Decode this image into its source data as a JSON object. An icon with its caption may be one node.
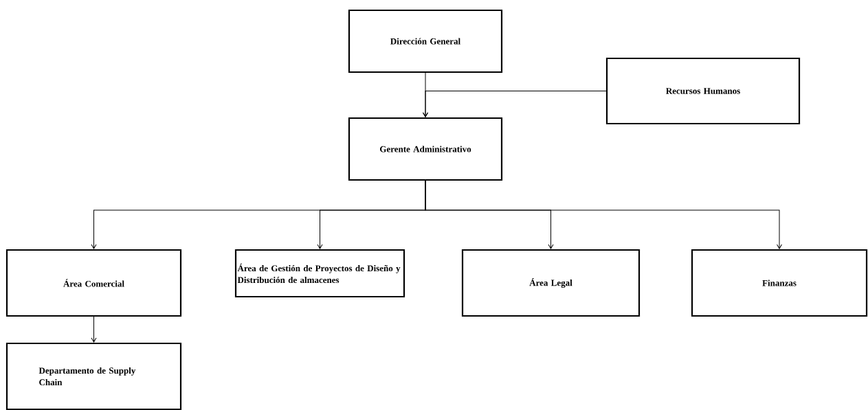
{
  "diagram": {
    "nodes": [
      {
        "text": [
          "Dirección General"
        ]
      },
      {
        "text": [
          "Recursos Humanos"
        ]
      },
      {
        "text": [
          "Gerente Administrativo"
        ]
      },
      {
        "text": [
          "Área Comercial"
        ]
      },
      {
        "text": [
          "Área de Gestión de Proyectos de Diseño y Distribución de almacenes"
        ]
      },
      {
        "text": [
          "Área Legal"
        ]
      },
      {
        "text": [
          "Finanzas"
        ]
      },
      {
        "text": [
          "Departamento de Supply Chain"
        ]
      }
    ],
    "edges": [
      {
        "from": 0,
        "to": 2,
        "arrow": "to"
      },
      {
        "from": 1,
        "to": 2,
        "arrow": "to"
      },
      {
        "from": 2,
        "to": 3,
        "arrow": "to"
      },
      {
        "from": 2,
        "to": 4,
        "arrow": "to"
      },
      {
        "from": 2,
        "to": 5,
        "arrow": "to"
      },
      {
        "from": 2,
        "to": 6,
        "arrow": "to"
      },
      {
        "from": 3,
        "to": 7,
        "arrow": "to"
      }
    ]
  }
}
